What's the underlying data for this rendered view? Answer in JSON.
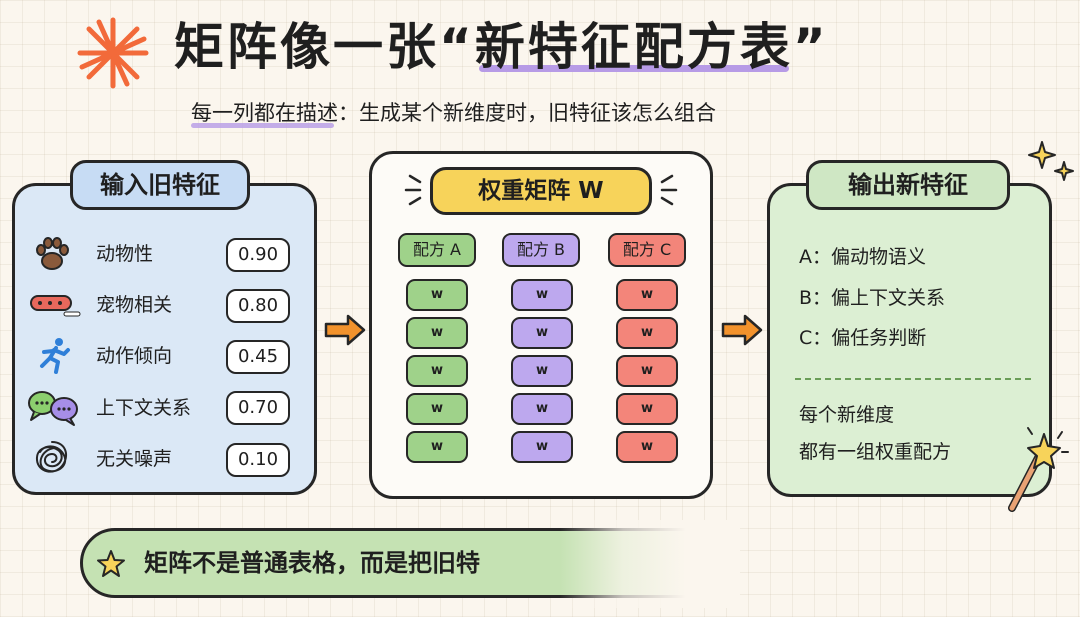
{
  "title": {
    "prefix": "矩阵像一张",
    "quote_open": "“",
    "highlight": "新特征配方表",
    "quote_close": "”"
  },
  "subtitle": {
    "key": "每一列都在描述",
    "rest": "：生成某个新维度时，旧特征该怎么组合"
  },
  "input_panel": {
    "heading": "输入旧特征",
    "features": [
      {
        "icon": "paw-icon",
        "label": "动物性",
        "value": "0.90"
      },
      {
        "icon": "pet-collar-icon",
        "label": "宠物相关",
        "value": "0.80"
      },
      {
        "icon": "running-person-icon",
        "label": "动作倾向",
        "value": "0.45"
      },
      {
        "icon": "speech-bubbles-icon",
        "label": "上下文关系",
        "value": "0.70"
      },
      {
        "icon": "noise-scribble-icon",
        "label": "无关噪声",
        "value": "0.10"
      }
    ]
  },
  "matrix_panel": {
    "heading": "权重矩阵 W",
    "columns": [
      {
        "label": "配方 A",
        "color": "#9fd28a"
      },
      {
        "label": "配方 B",
        "color": "#bda8ee"
      },
      {
        "label": "配方 C",
        "color": "#f3857a"
      }
    ],
    "cell_label": "w",
    "rows": 5
  },
  "output_panel": {
    "heading": "输出新特征",
    "items": [
      "A：偏动物语义",
      "B：偏上下文关系",
      "C：偏任务判断"
    ],
    "note_line1": "每个新维度",
    "note_line2": "都有一组权重配方"
  },
  "banner": {
    "text": "矩阵不是普通表格，而是把旧特"
  },
  "colors": {
    "background": "#fbf6ee",
    "accent_purple": "#b79be6",
    "input_panel": "#dbe8f6",
    "output_panel": "#dcefd3",
    "matrix_heading": "#f7d35a",
    "arrow": "#f2922c"
  }
}
